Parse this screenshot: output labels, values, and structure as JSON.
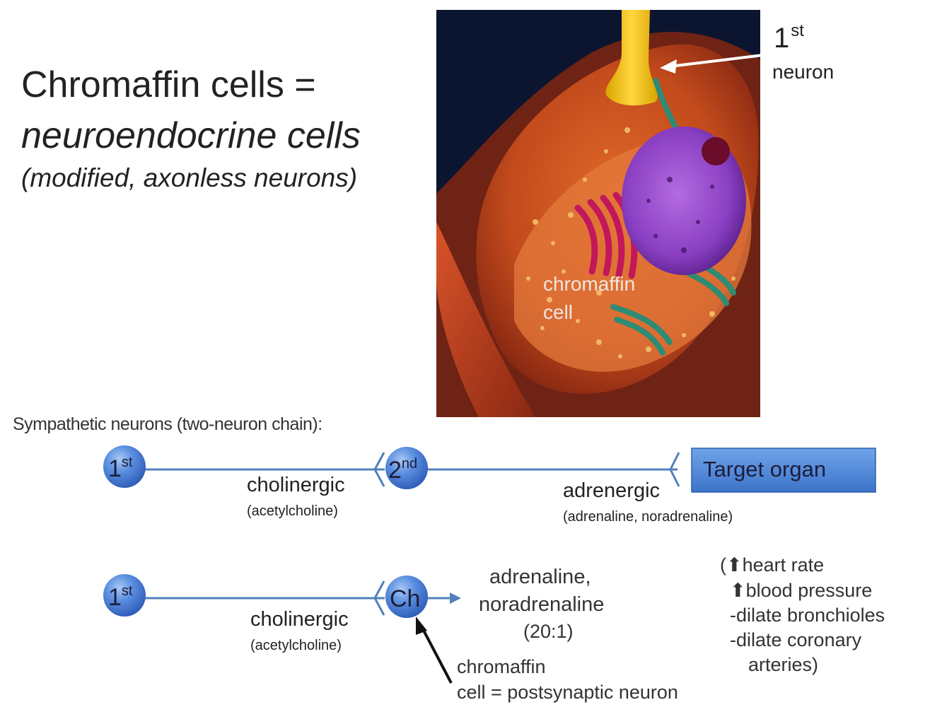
{
  "title": {
    "line1": "Chromaffin cells =",
    "line2": "neuroendocrine cells",
    "line3": "(modified, axonless neurons)"
  },
  "image_labels": {
    "first_neuron_num": "1",
    "first_neuron_sup": "st",
    "first_neuron_word": "neuron",
    "cell_line1": "chromaffin",
    "cell_line2": "cell"
  },
  "chain1": {
    "heading": "Sympathetic neurons (two-neuron chain):",
    "node1_num": "1",
    "node1_sup": "st",
    "node2_num": "2",
    "node2_sup": "nd",
    "target": "Target organ",
    "link1_label": "cholinergic",
    "link1_sub": "(acetylcholine)",
    "link2_label": "adrenergic",
    "link2_sub": "(adrenaline,  noradrenaline)"
  },
  "chain2": {
    "node1_num": "1",
    "node1_sup": "st",
    "node2_label": "Ch",
    "link_label": "cholinergic",
    "link_sub": "(acetylcholine)",
    "output_line1": "adrenaline,",
    "output_line2": "noradrenaline",
    "output_ratio": "(20:1)",
    "pointer_line1": "chromaffin",
    "pointer_line2": "cell = postsynaptic neuron",
    "effects": [
      "(⬆heart rate",
      "⬆blood pressure",
      "-dilate bronchioles",
      "-dilate coronary",
      "arteries)"
    ]
  },
  "colors": {
    "line": "#4f81bd",
    "node": "#4a7fd0",
    "target_fill": "#4a86d8",
    "image_bg": "#0c1530"
  }
}
